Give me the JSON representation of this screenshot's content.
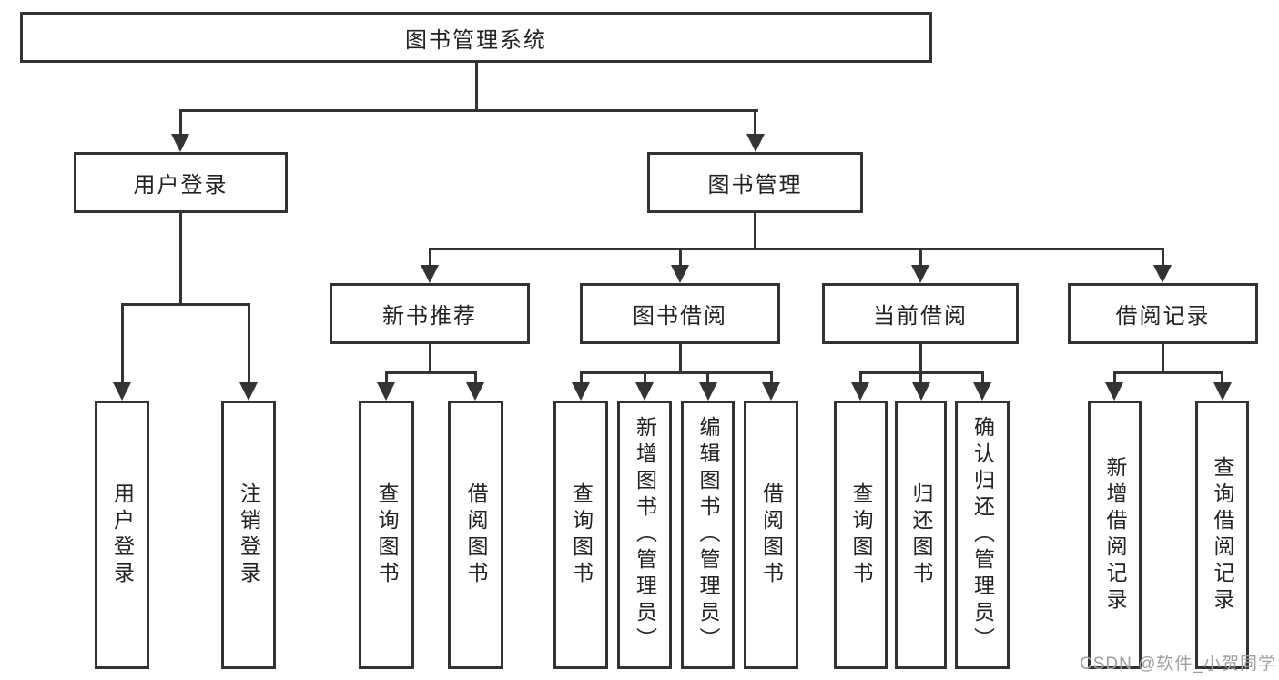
{
  "tree": {
    "root": "图书管理系统",
    "branches": [
      {
        "label": "用户登录",
        "children": [
          "用户登录",
          "注销登录"
        ]
      },
      {
        "label": "图书管理",
        "groups": [
          {
            "label": "新书推荐",
            "children": [
              "查询图书",
              "借阅图书"
            ]
          },
          {
            "label": "图书借阅",
            "children": [
              "查询图书",
              "新增图书（管理员）",
              "编辑图书（管理员）",
              "借阅图书"
            ]
          },
          {
            "label": "当前借阅",
            "children": [
              "查询图书",
              "归还图书",
              "确认归还（管理员）"
            ]
          },
          {
            "label": "借阅记录",
            "children": [
              "新增借阅记录",
              "查询借阅记录"
            ]
          }
        ]
      }
    ]
  },
  "watermark": {
    "text": "CSDN @软件_小贺同学"
  },
  "colors": {
    "line": "#333333",
    "box_border": "#333333",
    "text": "#222222",
    "background": "#ffffff",
    "watermark": "#9e9e9e"
  }
}
